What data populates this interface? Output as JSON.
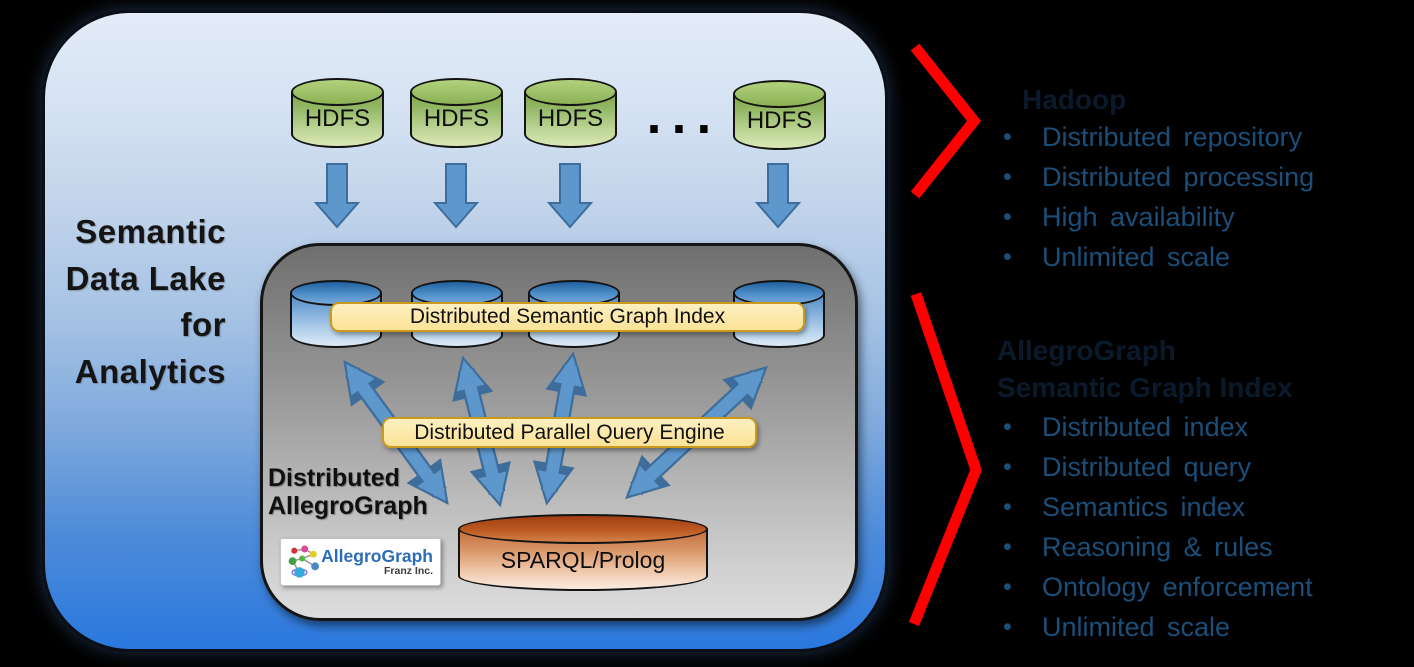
{
  "title_lines": [
    "Semantic",
    "Data Lake",
    "for",
    "Analytics"
  ],
  "hdfs": {
    "labels": [
      "HDFS",
      "HDFS",
      "HDFS",
      "HDFS"
    ],
    "ellipsis": "..."
  },
  "inner": {
    "banner_index": "Distributed Semantic Graph Index",
    "banner_query": "Distributed Parallel Query Engine",
    "label_lines": [
      "Distributed",
      "AllegroGraph"
    ],
    "sparql": "SPARQL/Prolog",
    "logo": {
      "name": "AllegroGraph",
      "company": "Franz Inc."
    }
  },
  "right": {
    "sections": [
      {
        "heading_lines": [
          "Hadoop"
        ],
        "items": [
          "Distributed repository",
          "Distributed processing",
          "High availability",
          "Unlimited scale"
        ]
      },
      {
        "heading_lines": [
          "AllegroGraph",
          "Semantic Graph Index"
        ],
        "items": [
          "Distributed index",
          "Distributed query",
          "Semantics index",
          "Reasoning & rules",
          "Ontology enforcement",
          "Unlimited scale"
        ]
      }
    ]
  },
  "colors": {
    "chevron": "#FF0000",
    "bullet_text": "#1B4E78",
    "heading": "#0B1A2B",
    "banner_bg": "#FBE49C",
    "banner_border": "#C99A1E",
    "arrow_fill": "#5E97CC",
    "arrow_edge": "#3E6D9C",
    "hdfs_green": "#8FBC55",
    "db_blue": "#4E88BE",
    "sparql_copper": "#C26B38",
    "outer_top": "#E3ECF8",
    "outer_bottom": "#2A78DE",
    "inner_gray_top": "#6F6F6F",
    "inner_gray_bottom": "#DCDCDC"
  }
}
